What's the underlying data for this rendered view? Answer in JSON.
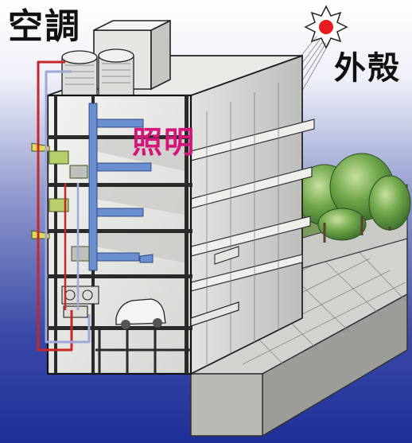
{
  "labels": {
    "air_conditioning": "空調",
    "lighting": "照明",
    "building_envelope": "外殻"
  },
  "colors": {
    "lighting_label": "#d4157a",
    "background_bottom": "#1f2f98",
    "sun": "#e81b20",
    "supply_pipe": "#c8262a",
    "return_pipe": "#9fa8d8",
    "duct": "#6a8fd0",
    "greenery": "#4f8a3c"
  },
  "icons": [
    "sun-icon",
    "car-icon",
    "cooling-tower-icon",
    "tree-icon",
    "chiller-icon"
  ]
}
